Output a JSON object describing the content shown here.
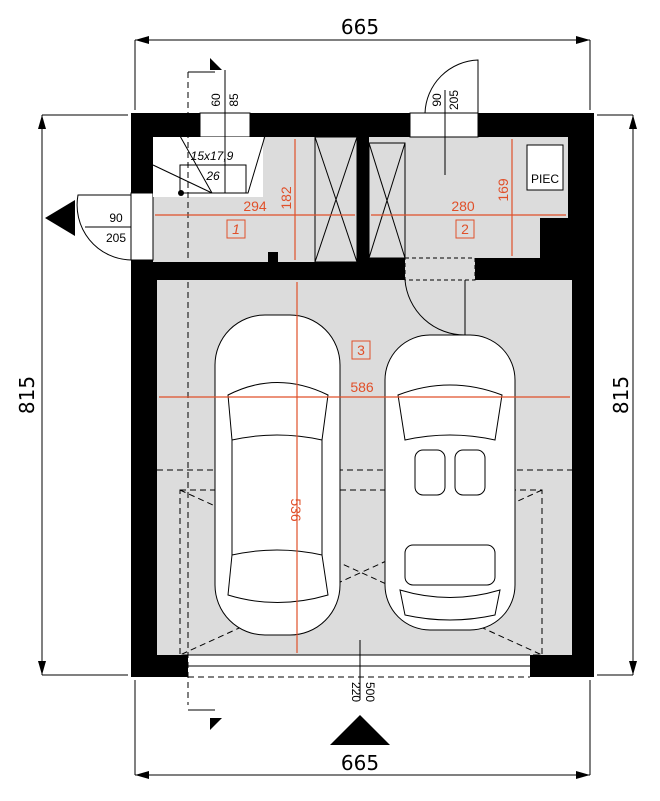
{
  "plan": {
    "overall_width_top": "665",
    "overall_width_bottom": "665",
    "overall_depth_left": "815",
    "overall_depth_right": "815",
    "window_top": {
      "width": "60",
      "height": "85"
    },
    "stairs": {
      "steps": "15x17,9",
      "tread": "26"
    },
    "door_left": {
      "width": "90",
      "height": "205"
    },
    "door_top": {
      "width": "90",
      "height": "205"
    },
    "garage_door": {
      "height": "220",
      "width": "500"
    },
    "furnace_label": "PIEC",
    "rooms": [
      {
        "number": "1",
        "width": "294",
        "depth": "182"
      },
      {
        "number": "2",
        "width": "280",
        "depth": "169"
      },
      {
        "number": "3",
        "width": "586",
        "depth": "536"
      }
    ],
    "colors": {
      "walls": "#000000",
      "floor": "#dcdcdc",
      "dimension_lines": "#e0502a"
    }
  }
}
